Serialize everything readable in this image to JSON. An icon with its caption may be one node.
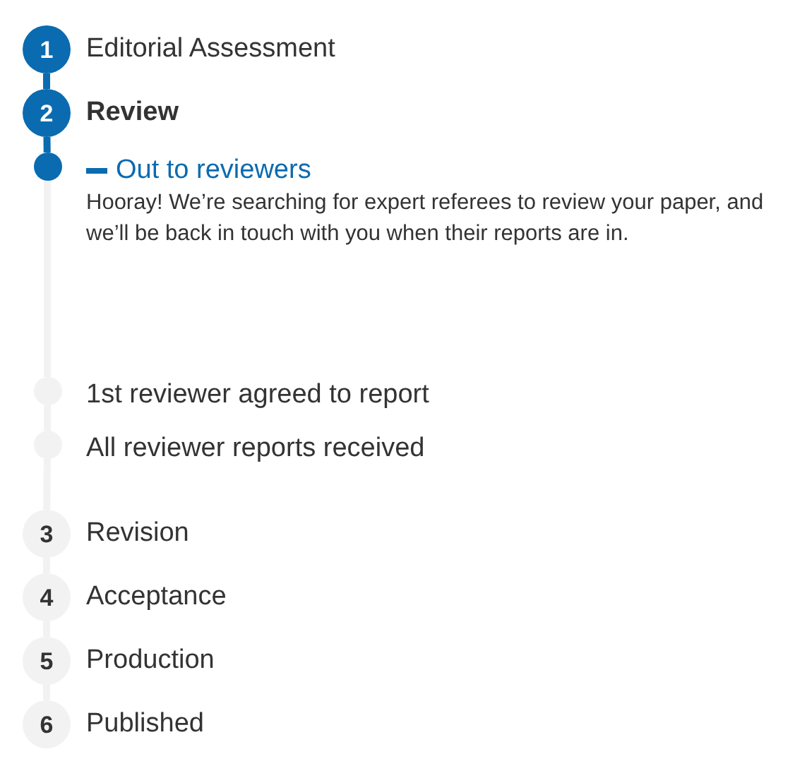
{
  "diagram": {
    "nodes": [
      {
        "text": [
          "1"
        ],
        "beside": [
          "Editorial Assessment"
        ]
      },
      {
        "text": [
          "2"
        ],
        "beside": [
          "Review"
        ]
      },
      {
        "text": [],
        "shape": "circle",
        "beside": [
          "Out to reviewers",
          "Hooray! We’re searching for expert referees to review your paper, and we’ll be back in touch with you when their reports are in."
        ]
      },
      {
        "text": [],
        "shape": "circle",
        "beside": [
          "1st reviewer agreed to report"
        ]
      },
      {
        "text": [],
        "shape": "circle",
        "beside": [
          "All reviewer reports received"
        ]
      },
      {
        "text": [
          "3"
        ],
        "beside": [
          "Revision"
        ]
      },
      {
        "text": [
          "4"
        ],
        "beside": [
          "Acceptance"
        ]
      },
      {
        "text": [
          "5"
        ],
        "beside": [
          "Production"
        ]
      },
      {
        "text": [
          "6"
        ],
        "beside": [
          "Published"
        ]
      }
    ],
    "edges": [
      {
        "from": 0,
        "to": 1,
        "arrow": "none",
        "color": "#0a6bb0"
      },
      {
        "from": 1,
        "to": 2,
        "arrow": "none",
        "color": "#0a6bb0"
      },
      {
        "from": 2,
        "to": 3,
        "arrow": "none"
      },
      {
        "from": 3,
        "to": 4,
        "arrow": "none"
      },
      {
        "from": 4,
        "to": 5,
        "arrow": "none"
      },
      {
        "from": 5,
        "to": 6,
        "arrow": "none"
      },
      {
        "from": 6,
        "to": 7,
        "arrow": "none"
      },
      {
        "from": 7,
        "to": 8,
        "arrow": "none"
      }
    ]
  }
}
